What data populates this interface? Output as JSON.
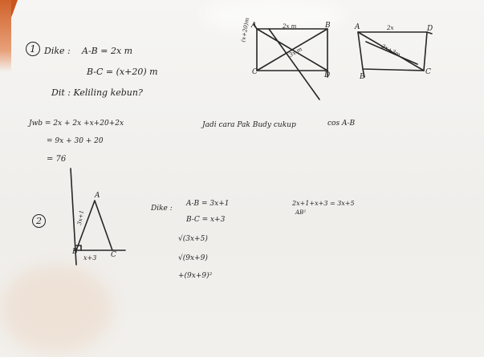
{
  "problem1": {
    "number": "1",
    "dike_label": "Dike :",
    "given_ab": "A-B = 2x m",
    "given_bc": "B-C = (x+20) m",
    "ask": "Dit : Keliling kebun?",
    "work_line1": "Jwb = 2x + 2x +x+20+2x",
    "work_line2": "= 9x + 30 + 20",
    "work_line3": "= 76",
    "note": "Jadi cara Pak Budy cukup",
    "note2": "cos A-B"
  },
  "rect1": {
    "label_a": "A",
    "label_b": "B",
    "label_c": "C",
    "label_d": "D",
    "top_label": "2x m",
    "side_label": "(x+20)m",
    "diag_label": "3x m"
  },
  "rect2": {
    "label_a": "A",
    "label_b": "B",
    "label_c": "C",
    "label_d": "D",
    "top_label": "2x",
    "diag_label": "2x+3m"
  },
  "problem2": {
    "number": "2",
    "dike_label": "Dike :",
    "given_ab": "A-B = 3x+1",
    "given_bc": "B-C = x+3",
    "sqrt1": "√(3x+5)",
    "sqrt2": "√(9x+9)",
    "square": "+(9x+9)²",
    "side_note": "2x+1+x+3 = 3x+5",
    "side_note2": "AB²"
  },
  "triangle": {
    "label_a": "A",
    "label_b": "B",
    "label_c": "C",
    "left_label": "3x+1",
    "base_label": "x+3"
  }
}
